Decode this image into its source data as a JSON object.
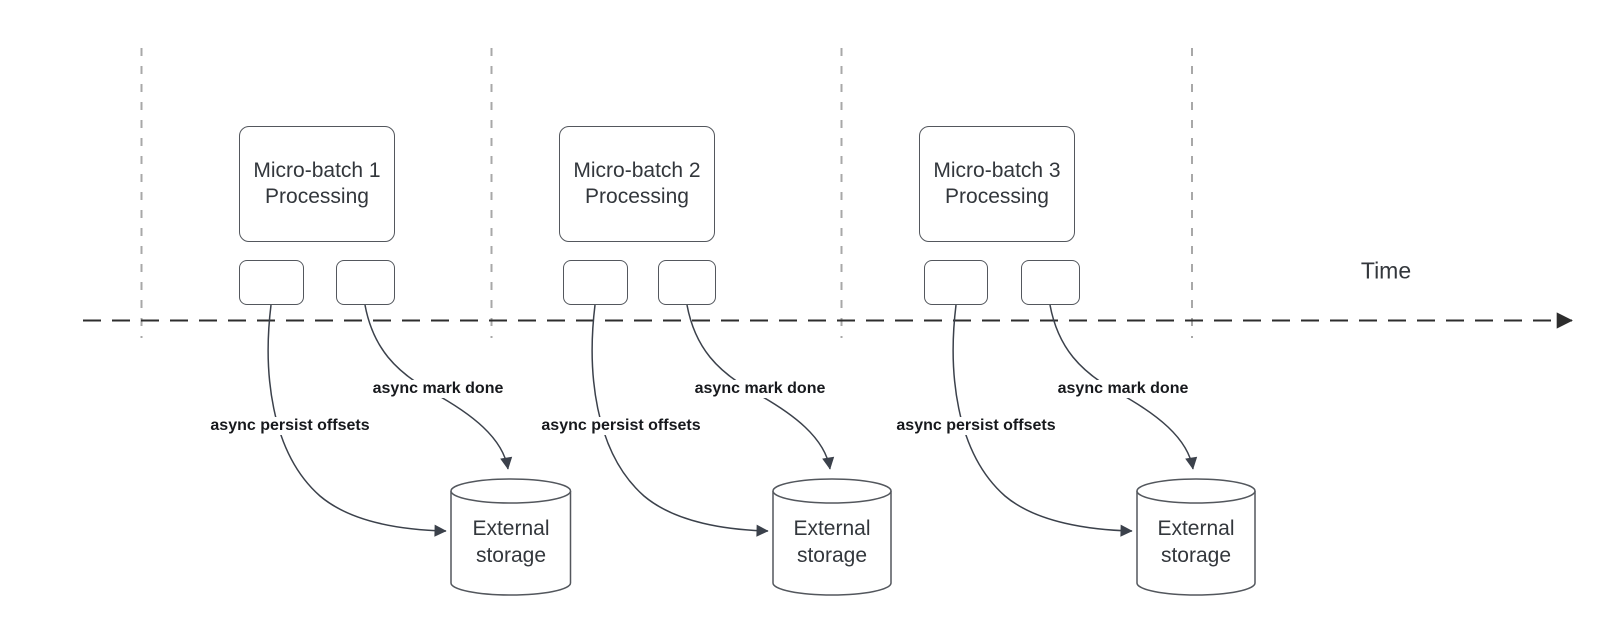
{
  "diagram": {
    "time_axis_label": "Time",
    "groups": [
      {
        "process_title": "Micro-batch 1",
        "process_subtitle": "Processing",
        "persist_arrow_label": "async persist offsets",
        "done_arrow_label": "async mark done",
        "storage_title": "External",
        "storage_subtitle": "storage"
      },
      {
        "process_title": "Micro-batch 2",
        "process_subtitle": "Processing",
        "persist_arrow_label": "async persist offsets",
        "done_arrow_label": "async mark done",
        "storage_title": "External",
        "storage_subtitle": "storage"
      },
      {
        "process_title": "Micro-batch 3",
        "process_subtitle": "Processing",
        "persist_arrow_label": "async persist offsets",
        "done_arrow_label": "async mark done",
        "storage_title": "External",
        "storage_subtitle": "storage"
      }
    ],
    "colors": {
      "axis_stroke": "#2d2d2d",
      "separator_stroke": "#a8a8a8",
      "node_stroke": "#53575d",
      "edge_stroke": "#3b414b",
      "node_text": "#33373c",
      "edge_label_text": "#17191d",
      "background": "#ffffff"
    }
  }
}
